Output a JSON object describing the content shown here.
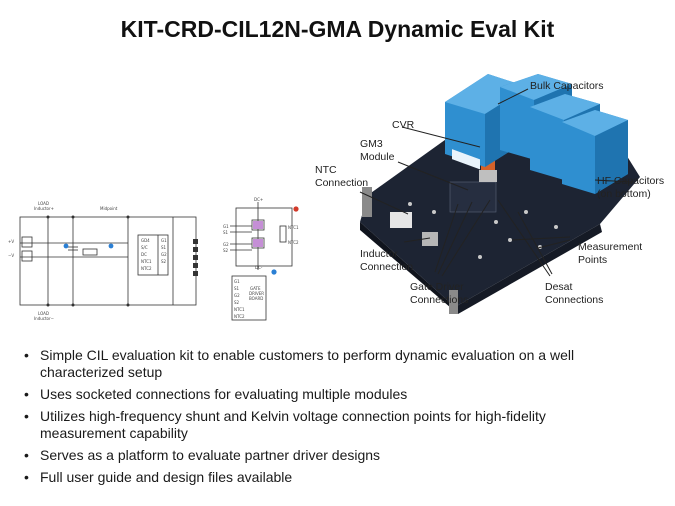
{
  "slide": {
    "title": "KIT-CRD-CIL12N-GMA Dynamic Eval Kit"
  },
  "schematic_left": {
    "labels": {
      "load_inductor_top": "LOAD\nInductor+",
      "midpoint": "Midpoint",
      "load_inductor_bottom": "LOAD\nInductor−",
      "vplus": "+V",
      "vminus": "−V"
    },
    "pins": [
      "GD4",
      "S/C",
      "DC",
      "NTC1",
      "NTC2"
    ],
    "pins_right": [
      "G1",
      "S1",
      "G2",
      "S2"
    ]
  },
  "schematic_right": {
    "top_label": "DC+",
    "left_pins": [
      "G1",
      "S1",
      "G2",
      "S2"
    ],
    "right_pins": [
      "NTC1",
      "NTC2"
    ],
    "bottom_label": "DC-",
    "connector_pins": [
      "G1",
      "S1",
      "G2",
      "S2",
      "NTC1",
      "NTC2"
    ],
    "connector_label": "GATE\nDRIVER\nBOARD"
  },
  "photo_callouts": {
    "bulk_capacitors": "Bulk Capacitors",
    "cvr": "CVR",
    "gm3_module": "GM3\nModule",
    "ntc_connection": "NTC\nConnection",
    "hf_capacitors": "HF Capacitors\n(on bottom)",
    "measurement_points": "Measurement\nPoints",
    "inductor_connection": "Inductor\nConnection",
    "gate_driver_connections": "Gate Driver\nConnections",
    "desat_connections": "Desat\nConnections"
  },
  "bullets": [
    "Simple CIL evaluation kit to enable customers to perform dynamic evaluation on a well characterized setup",
    "Uses socketed connections for evaluating multiple modules",
    "Utilizes high-frequency  shunt and Kelvin voltage connection points for high-fidelity measurement capability",
    "Serves as a platform to evaluate partner driver designs",
    "Full user guide and design files available"
  ],
  "colors": {
    "capacitor_blue": "#2f8fd0",
    "board_dark": "#1d2433",
    "accent_dot_blue": "#2a7fd4",
    "accent_dot_red": "#d23a2a"
  }
}
